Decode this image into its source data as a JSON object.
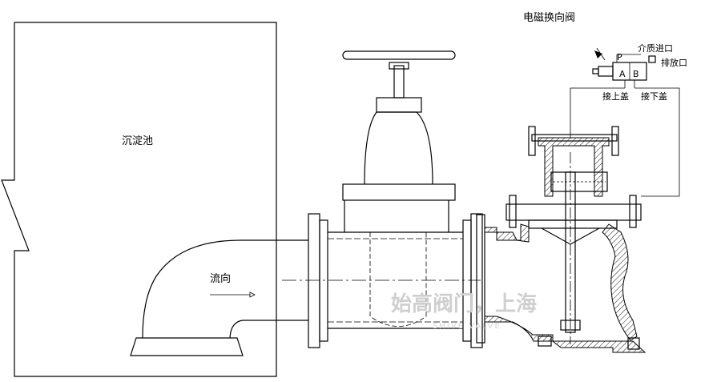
{
  "labels": {
    "tank": "沉淀池",
    "flow": "流向",
    "solenoid_valve": "电磁换向阀",
    "medium_inlet": "介质进口",
    "exhaust": "排放口",
    "port_p": "P",
    "port_a": "A",
    "port_b": "B",
    "to_upper_cover": "接上盖",
    "to_lower_cover": "接下盖"
  },
  "watermark": {
    "main": "始高阀门，上海",
    "sub": "SHIVE VALVE"
  }
}
